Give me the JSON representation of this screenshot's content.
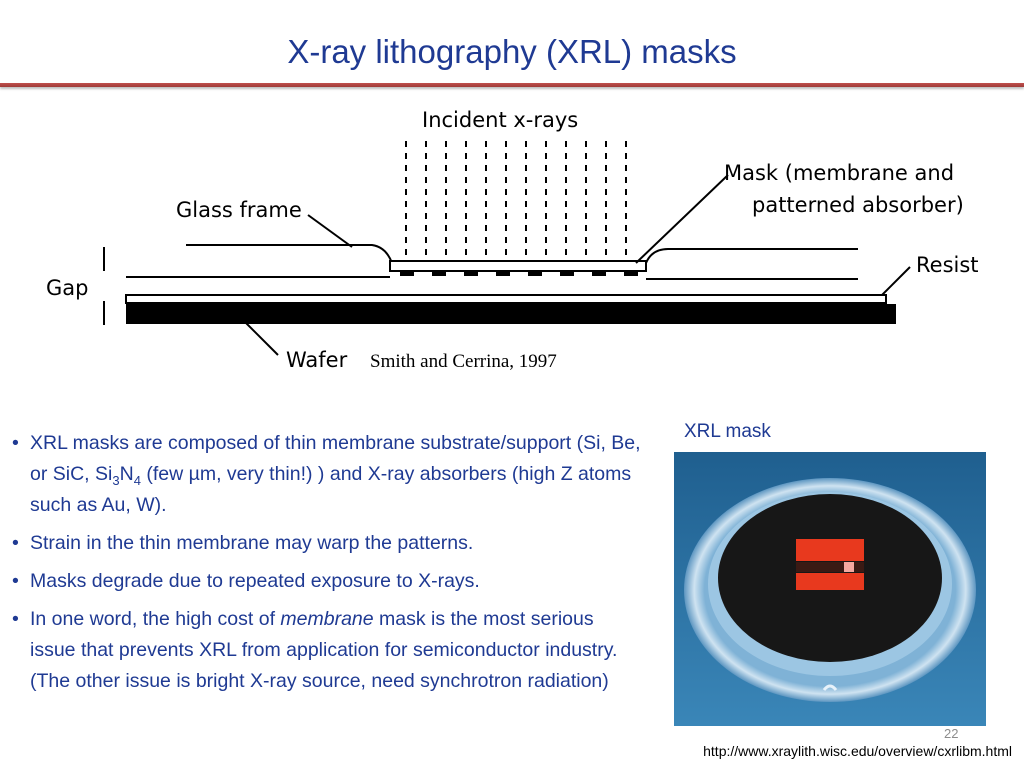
{
  "slide": {
    "title": "X-ray lithography (XRL) masks",
    "page_number": "22",
    "source_url": "http://www.xraylith.wisc.edu/overview/cxrlibm.html"
  },
  "diagram": {
    "labels": {
      "incident": "Incident x-rays",
      "mask_line1": "Mask (membrane and",
      "mask_line2": "patterned absorber)",
      "glass_frame": "Glass frame",
      "resist": "Resist",
      "gap": "Gap",
      "wafer": "Wafer",
      "credit": "Smith and Cerrina, 1997"
    }
  },
  "photo": {
    "caption": "XRL mask"
  },
  "bullets": {
    "b1": {
      "pre": "XRL masks are composed of thin membrane substrate/support (Si, Be, or SiC, Si",
      "sub1": "3",
      "mid": "N",
      "sub2": "4",
      "post": " (few µm, very thin!) ) and X-ray absorbers (high Z atoms such as Au, W)."
    },
    "b2": "Strain in the thin membrane may warp the patterns.",
    "b3": "Masks degrade due to repeated exposure to X-rays.",
    "b4": {
      "pre": "In one word, the high cost of ",
      "emph": "membrane",
      "post": " mask is the most serious issue that prevents XRL from application for semiconductor industry. (The other issue is bright X-ray source, need synchrotron radiation)"
    }
  },
  "colors": {
    "text_blue": "#1f3a93",
    "rule_red": "#c0504d",
    "mask_red": "#e8391e"
  }
}
